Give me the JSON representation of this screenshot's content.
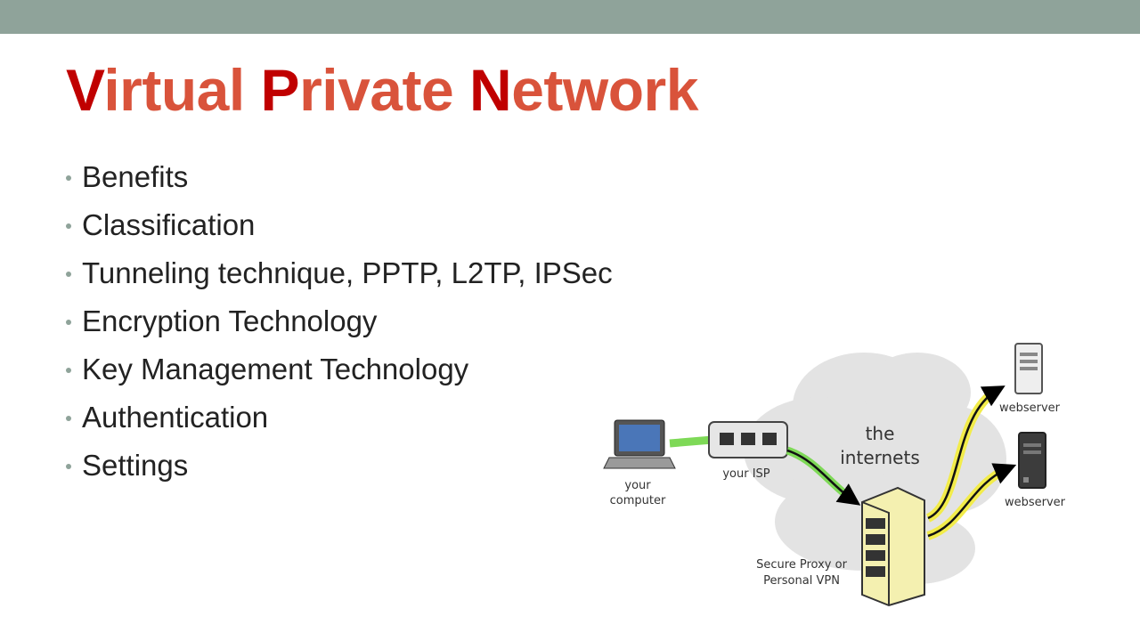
{
  "slide": {
    "band_color": "#8fa39a",
    "title_parts": [
      {
        "text": "V",
        "color": "#c00000"
      },
      {
        "text": "irtual ",
        "color": "#d9533b"
      },
      {
        "text": "P",
        "color": "#c00000"
      },
      {
        "text": "rivate ",
        "color": "#d9533b"
      },
      {
        "text": "N",
        "color": "#c00000"
      },
      {
        "text": "etwork",
        "color": "#d9533b"
      }
    ],
    "bullet_color": "#8fa39a",
    "bullets": [
      "Benefits",
      "Classification",
      "Tunneling technique, PPTP, L2TP, IPSec",
      "Encryption Technology",
      "Key Management Technology",
      "Authentication",
      "Settings"
    ]
  },
  "diagram": {
    "labels": {
      "computer_line1": "your",
      "computer_line2": "computer",
      "isp": "your ISP",
      "cloud_line1": "the",
      "cloud_line2": "internets",
      "vpn_line1": "Secure Proxy or",
      "vpn_line2": "Personal VPN",
      "webserver_top": "webserver",
      "webserver_bottom": "webserver"
    },
    "colors": {
      "cloud": "#e3e3e3",
      "green_arrow": "#7ed957",
      "yellow_arrow": "#f2ec4a",
      "label": "#333333"
    }
  }
}
